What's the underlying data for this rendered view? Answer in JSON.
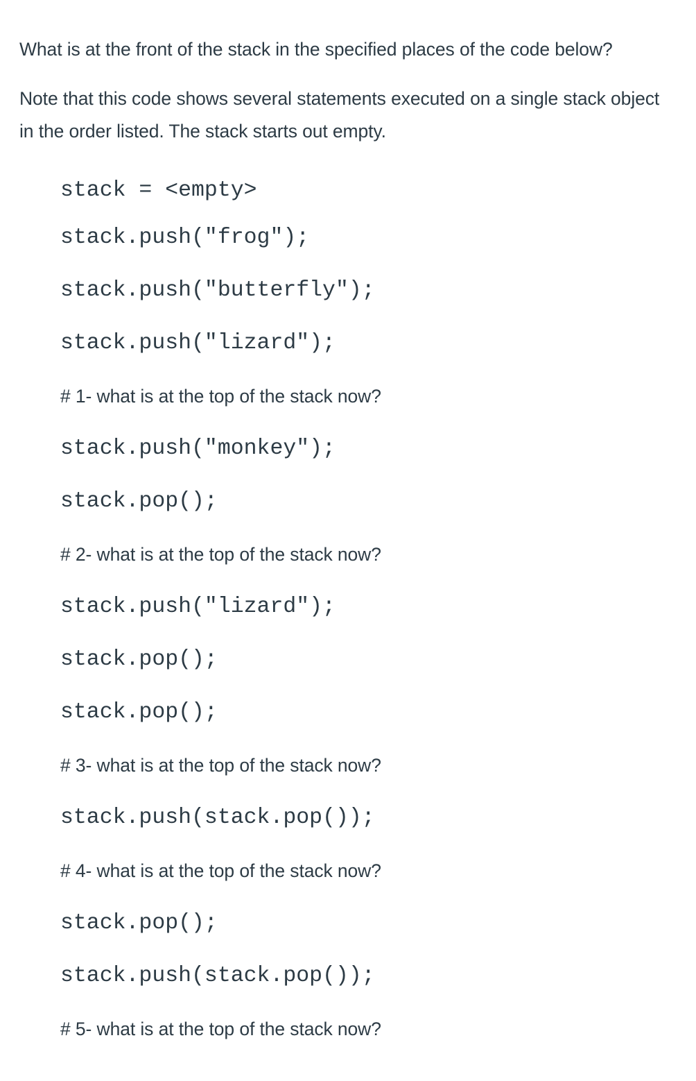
{
  "question": {
    "prompt_paragraphs": [
      "What is at the front of the stack in the specified places of the code below?",
      "Note that this code shows several statements executed on a single stack object in the order listed. The stack starts out empty."
    ]
  },
  "code_block": {
    "lines": [
      {
        "kind": "statement",
        "text": "stack = <empty>"
      },
      {
        "kind": "statement",
        "text": "stack.push(\"frog\");"
      },
      {
        "kind": "statement",
        "text": "stack.push(\"butterfly\");"
      },
      {
        "kind": "statement",
        "text": "stack.push(\"lizard\");"
      },
      {
        "kind": "marker",
        "text": "# 1- what is at the top of the stack now?"
      },
      {
        "kind": "statement",
        "text": "stack.push(\"monkey\");"
      },
      {
        "kind": "statement",
        "text": "stack.pop();"
      },
      {
        "kind": "marker",
        "text": "# 2- what is at the top of the stack now?"
      },
      {
        "kind": "statement",
        "text": "stack.push(\"lizard\");"
      },
      {
        "kind": "statement",
        "text": "stack.pop();"
      },
      {
        "kind": "statement",
        "text": "stack.pop();"
      },
      {
        "kind": "marker",
        "text": "# 3- what is at the top of the stack now?"
      },
      {
        "kind": "statement",
        "text": "stack.push(stack.pop());"
      },
      {
        "kind": "marker",
        "text": "# 4- what is at the top of the stack now?"
      },
      {
        "kind": "statement",
        "text": "stack.pop();"
      },
      {
        "kind": "statement",
        "text": "stack.push(stack.pop());"
      },
      {
        "kind": "marker",
        "text": "# 5- what is at the top of the stack now?"
      }
    ]
  },
  "colors": {
    "text": "#2D3B45",
    "background": "#FFFFFF"
  }
}
